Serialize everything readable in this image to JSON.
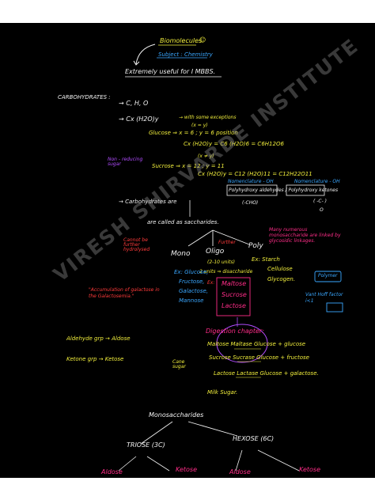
{
  "colors": {
    "background": "#000000",
    "yellow": "#f2ef3c",
    "white": "#f2f2f2",
    "pink": "#ff2d88",
    "red": "#ff3a3a",
    "violet": "#b14cff",
    "blue": "#3aa7ff",
    "watermark": "#969696"
  },
  "header": {
    "title": "Biomolecules",
    "subject": "Subject : Chemistry",
    "note": "Extremely useful for I MBBS."
  },
  "carbohydrates": {
    "heading": "CARBOHYDRATES :",
    "elements": "→ C, H, O",
    "formula": "→ Cx (H2O)y",
    "exceptions": "→ with some exceptions",
    "glucose_line": "Glucose ⇒ x = 6 ; y = 6 position",
    "x_eq_y": "(x = y)",
    "glucose_formula": "Cx (H2O)y = C6 (H2O)6 = C6H12O6",
    "nonreducing": "Non - reducing sugar",
    "sucrose_line": "Sucrose ⇒ x = 12 ; y = 11",
    "x_ne_y": "(x ≠ y)",
    "sucrose_formula": "Cx (H2O)y = C12 (H2O)11 = C12H22O11",
    "definition_pre": "→ Carbohydrates are",
    "definition_main": "Polyhydroxy aldehydes / Polyhydroxy ketones",
    "nomenclature_oh": "Nomenclature - OH",
    "aldehyde_group": "(-CHO)",
    "nomenclature_oh2": "Nomenclature - OH",
    "ketone_group": "( -C- )",
    "ketone_o": "O",
    "saccharides": "are called as saccharides."
  },
  "classification": {
    "cannot_hydrolysed": "Cannot be further hydrolysed",
    "mono": "Mono",
    "oligo": "Oligo",
    "poly": "Poly",
    "oligo_note": "Further",
    "units_2_10": "(2-10 units)",
    "units_2": "2 units ⇒ disaccharide",
    "poly_note": "Many numerous monosaccharide are linked by glycosidic linkages.",
    "mono_examples": [
      "Ex: Glucose,",
      "Fructose,",
      "Galactose,",
      "Mannose"
    ],
    "oligo_ex_label": "Ex:",
    "oligo_examples": [
      "Maltose",
      "Sucrose",
      "Lactose"
    ],
    "poly_examples": [
      "Ex: Starch",
      "Cellulose",
      "Glycogen."
    ],
    "polymer": "Polymer",
    "vant_hoff": "Vant Hoff factor i<1",
    "accumulation": "\"Accumulation of galactose in the Galactosemia.\"",
    "aldehyde_grp": "Aldehyde grp → Aldose",
    "ketone_grp": "Ketone grp → Ketose"
  },
  "digestion": {
    "title": "Digestion chapter:",
    "lines": [
      "Maltose  Maltase  Glucose + glucose",
      "Sucrose  Sucrase  Glucose + fructose",
      "Lactose  Lactase  Glucose + galactose."
    ],
    "cane_sugar": "Cane sugar",
    "milk_sugar": "Milk Sugar."
  },
  "monosaccharides": {
    "title": "Monosaccharides",
    "triose": "TRIOSE (3C)",
    "hexose": "HEXOSE (6C)",
    "branches": [
      "Aldose",
      "Ketose",
      "Aldose",
      "Ketose"
    ]
  },
  "watermark": "VIRESH SHIRVARDE INSTITUTE"
}
